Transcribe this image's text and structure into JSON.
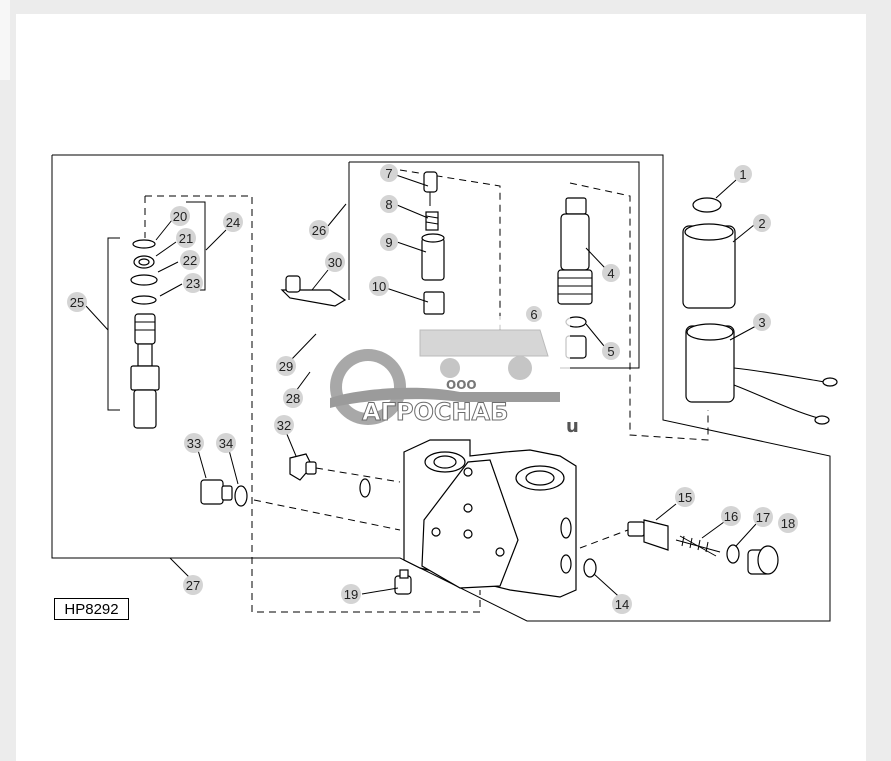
{
  "diagram": {
    "reference_code": "HP8292",
    "callouts": [
      "1",
      "2",
      "3",
      "4",
      "5",
      "6",
      "7",
      "8",
      "9",
      "10",
      "14",
      "15",
      "16",
      "17",
      "18",
      "19",
      "20",
      "21",
      "22",
      "23",
      "24",
      "25",
      "26",
      "27",
      "28",
      "29",
      "30",
      "32",
      "33",
      "34"
    ]
  },
  "watermark": {
    "company_prefix": "ООО",
    "company_name": "АГРОСНАБ",
    "suffix": "u"
  }
}
